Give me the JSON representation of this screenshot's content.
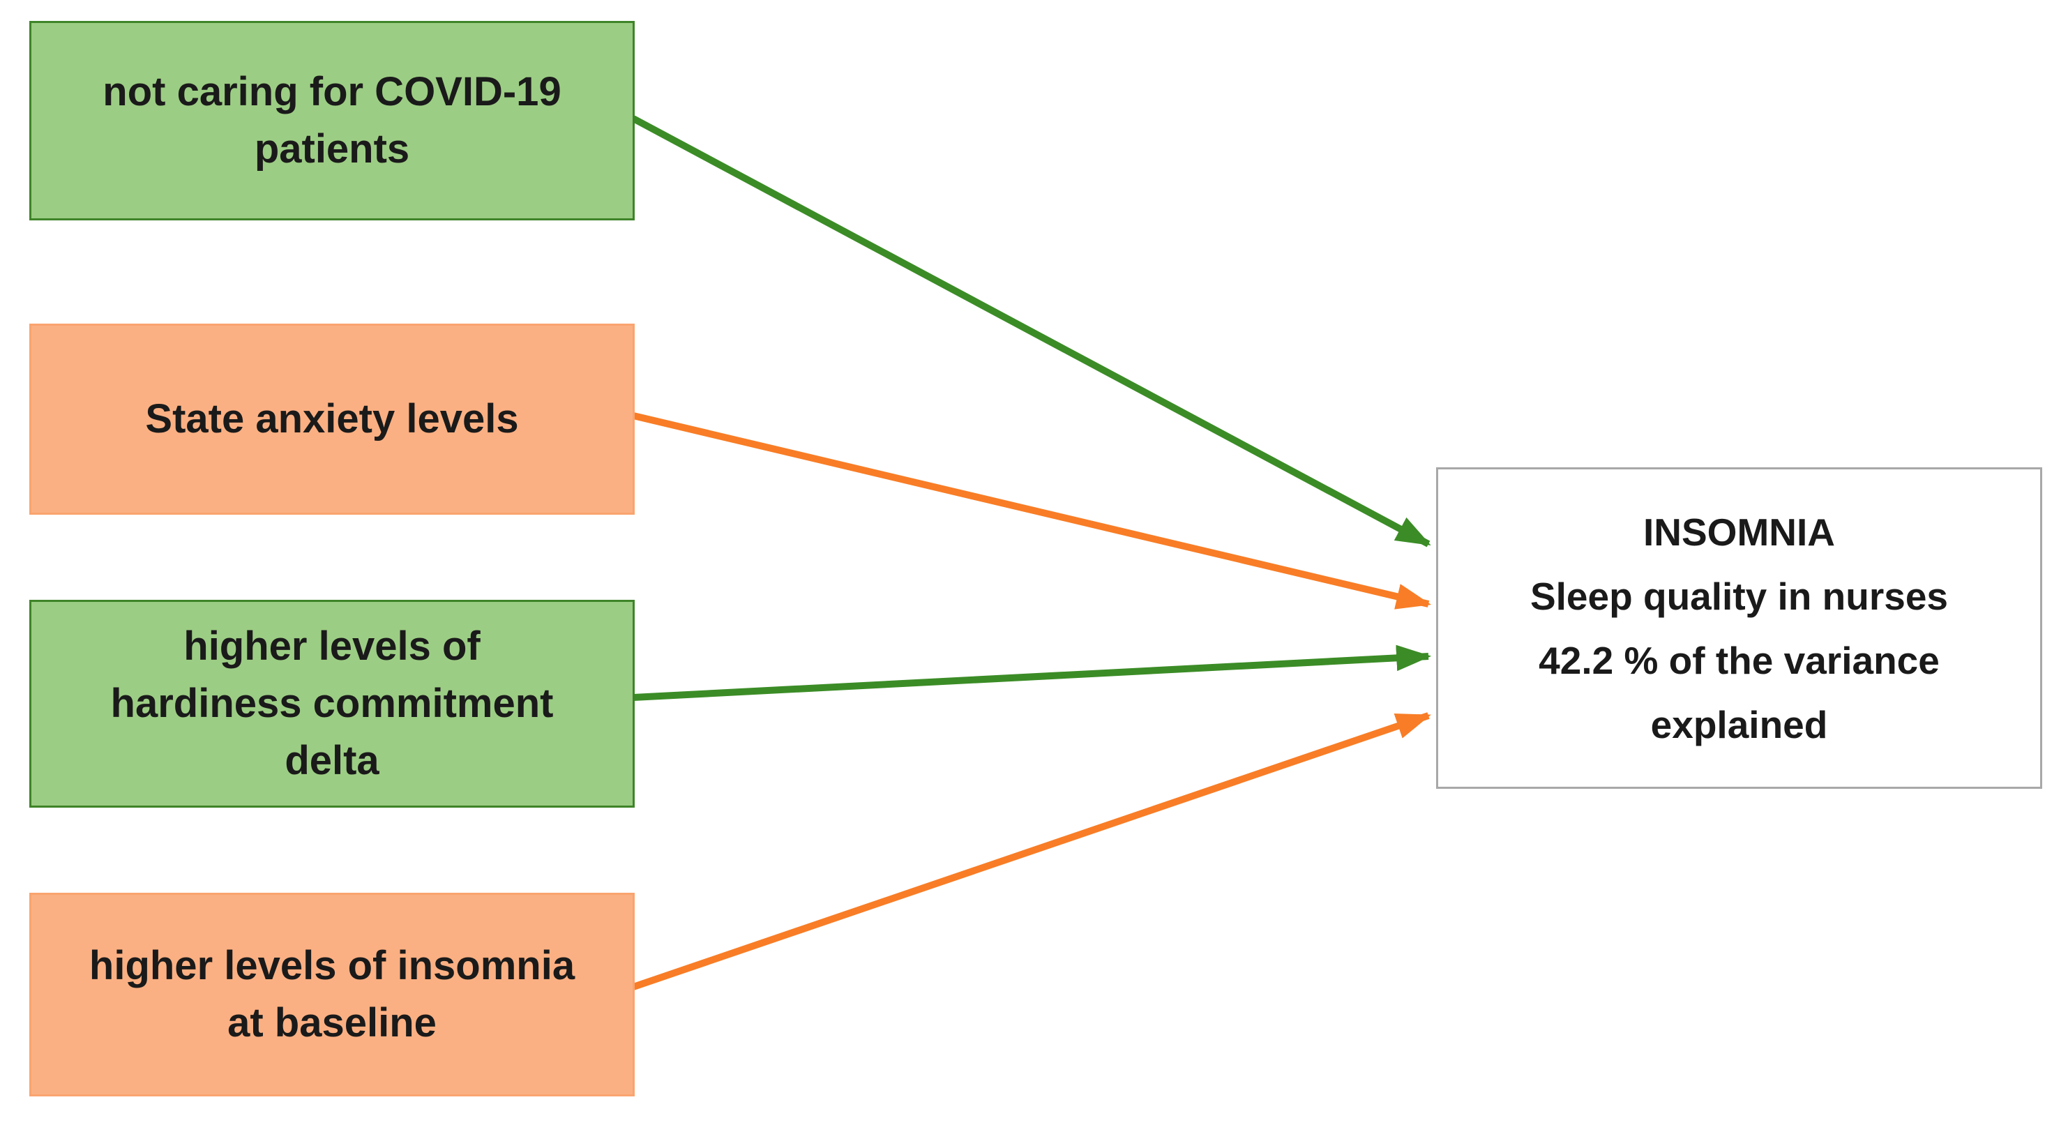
{
  "figure": {
    "description_type": "path-diagram",
    "background": "#ffffff"
  },
  "colors": {
    "background": "#ffffff",
    "text": "#1a1a1a",
    "green_box_fill": "#9ccd84",
    "green_box_border": "#3e8428",
    "orange_box_fill": "#fbb083",
    "orange_box_border": "#f9a46f",
    "outcome_box_fill": "#ffffff",
    "outcome_box_border": "#a8a8a8",
    "arrow_green": "#3b8c26",
    "arrow_orange": "#f87d26"
  },
  "nodes": {
    "predictors": [
      {
        "id": "not-caring-covid19-patients",
        "style": "green",
        "text": "not caring for COVID-19 patients",
        "lines": [
          "not caring for COVID-19",
          "patients"
        ]
      },
      {
        "id": "state-anxiety-levels",
        "style": "orange",
        "text": "State anxiety levels",
        "lines": [
          "State anxiety levels"
        ]
      },
      {
        "id": "hardiness-commitment-delta",
        "style": "green",
        "text": "higher levels of hardiness commitment delta",
        "lines": [
          "higher levels of",
          "hardiness commitment",
          "delta"
        ]
      },
      {
        "id": "insomnia-at-baseline",
        "style": "orange",
        "text": "higher levels of insomnia at baseline",
        "lines": [
          "higher levels of insomnia",
          "at baseline"
        ]
      }
    ],
    "outcome": {
      "id": "insomnia-outcome",
      "text": "INSOMNIA Sleep quality in nurses 42.2 % of the variance explained",
      "lines": [
        "INSOMNIA",
        "Sleep quality in nurses",
        "42.2 % of the variance",
        "explained"
      ],
      "variance_explained_percent": "42.2"
    }
  },
  "edges": [
    {
      "from": "not-caring-covid19-patients",
      "to": "insomnia-outcome",
      "style": "green"
    },
    {
      "from": "state-anxiety-levels",
      "to": "insomnia-outcome",
      "style": "orange"
    },
    {
      "from": "hardiness-commitment-delta",
      "to": "insomnia-outcome",
      "style": "green"
    },
    {
      "from": "insomnia-at-baseline",
      "to": "insomnia-outcome",
      "style": "orange"
    }
  ]
}
